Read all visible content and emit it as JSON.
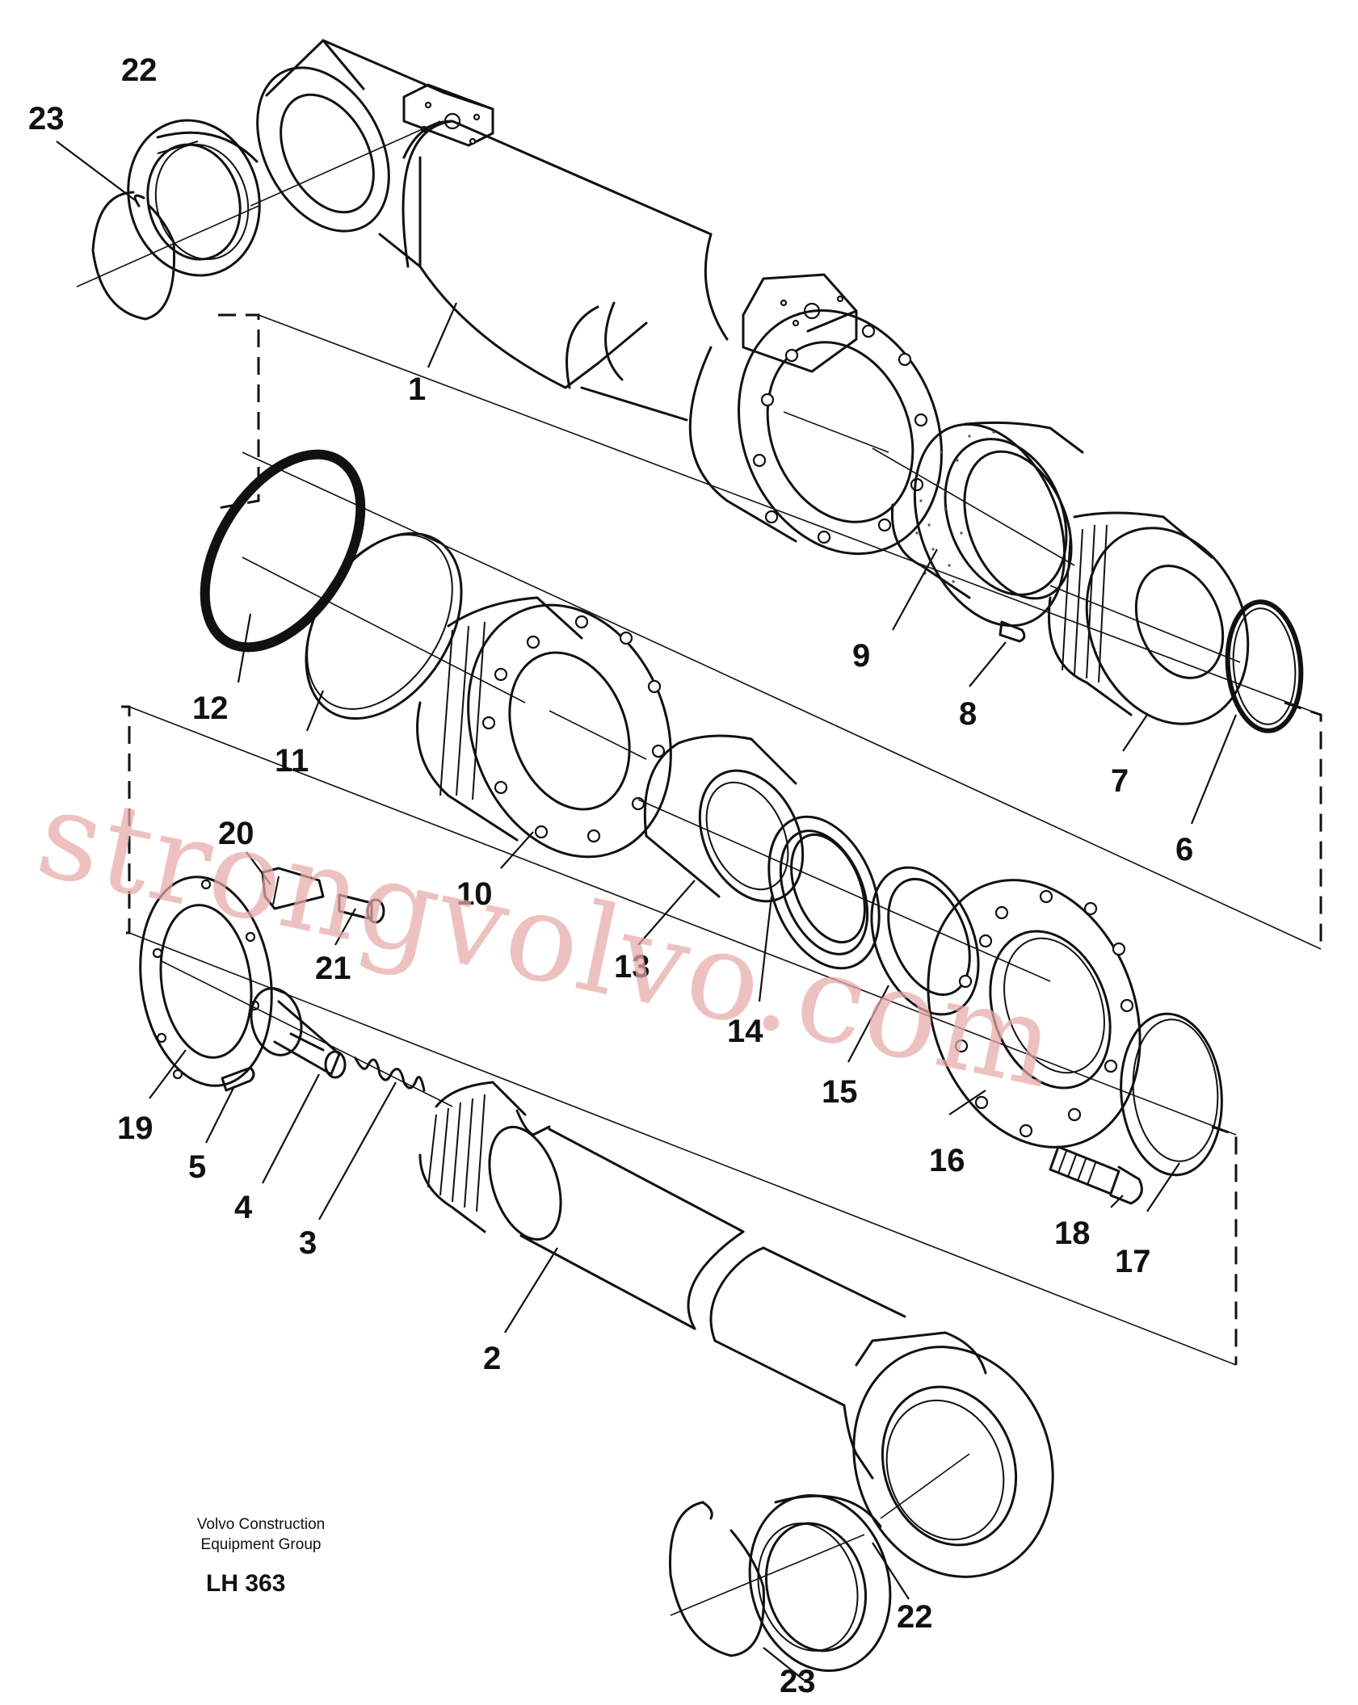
{
  "diagram": {
    "part_labels": {
      "p1": "1",
      "p2": "2",
      "p3": "3",
      "p4": "4",
      "p5": "5",
      "p6": "6",
      "p7": "7",
      "p8": "8",
      "p9": "9",
      "p10": "10",
      "p11": "11",
      "p12": "12",
      "p13": "13",
      "p14": "14",
      "p15": "15",
      "p16": "16",
      "p17": "17",
      "p18": "18",
      "p19": "19",
      "p20": "20",
      "p21": "21",
      "p22a": "22",
      "p23a": "23",
      "p22b": "22",
      "p23b": "23"
    },
    "credit_line1": "Volvo Construction",
    "credit_line2": "Equipment Group",
    "drawing_code": "LH 363",
    "watermark": "strongvolvo.com"
  }
}
